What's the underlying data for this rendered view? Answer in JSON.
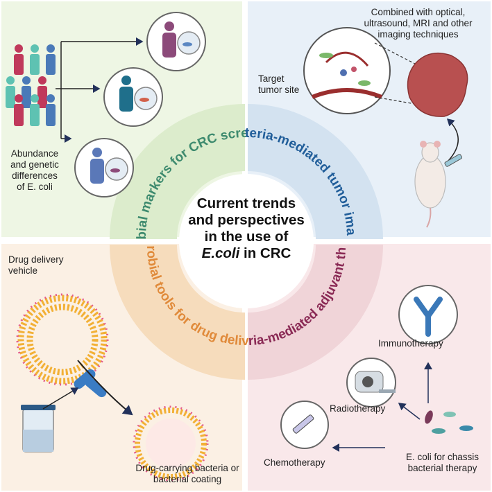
{
  "center": {
    "line1": "Current trends",
    "line2": "and perspectives",
    "line3": "in the use of",
    "line4_italic": "E.coli",
    "line4_rest": " in CRC"
  },
  "quadrants": {
    "screening": {
      "ring_label": "Microbial markers for CRC screening",
      "caption_lines": [
        "Abundance",
        "and genetic",
        "differences",
        "of E. coli"
      ]
    },
    "imaging": {
      "ring_label": "Bacteria-mediated tumor imaging",
      "combined_lines": [
        "Combined with optical,",
        "ultrasound, MRI and other",
        "imaging techniques"
      ],
      "target_lines": [
        "Target",
        "tumor site"
      ]
    },
    "delivery": {
      "ring_label": "Microbial tools for drug delivery",
      "vehicle_lines": [
        "Drug delivery",
        "vehicle"
      ],
      "carrying_lines": [
        "Drug-carrying bacteria or",
        "bacterial coating"
      ]
    },
    "therapy": {
      "ring_label": "Bacteria-mediated adjuvant therapy",
      "immuno": "Immunotherapy",
      "radio": "Radiotherapy",
      "chemo": "Chemotherapy",
      "chassis_lines": [
        "E. coli for chassis",
        "bacterial therapy"
      ]
    }
  },
  "colors": {
    "tl_bg": "#eef6e4",
    "tr_bg": "#e8f0f8",
    "bl_bg": "#fbf0e4",
    "br_bg": "#f9e8ea",
    "tl_ring": "#dceccc",
    "tr_ring": "#d3e2f0",
    "bl_ring": "#f6dcbc",
    "br_ring": "#f0d4d8",
    "tl_text": "#3d8a6e",
    "tr_text": "#215e9a",
    "bl_text": "#e08a3a",
    "br_text": "#8a2a55",
    "arrow": "#22315a"
  }
}
